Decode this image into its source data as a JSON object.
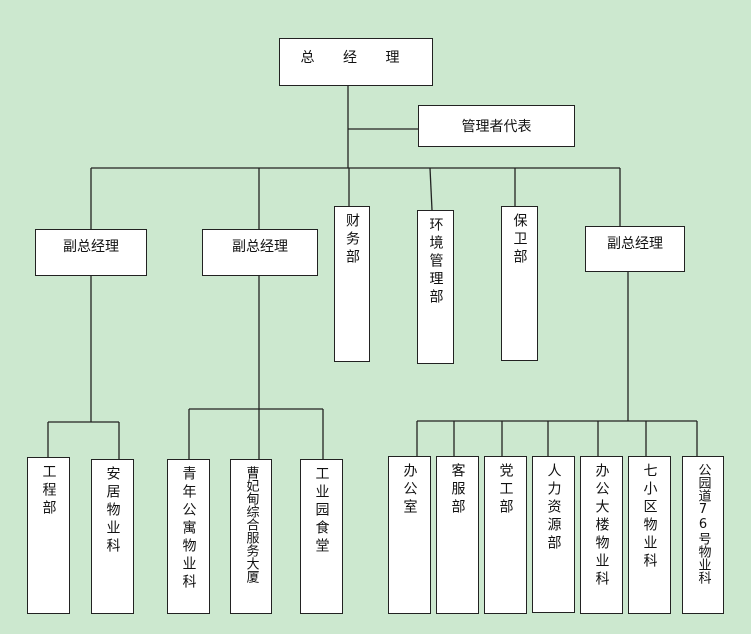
{
  "nodes": {
    "gm": "总 经 理",
    "rep": "管理者代表",
    "vp1": "副总经理",
    "vp2": "副总经理",
    "finance": "财务部",
    "env": "环境管理部",
    "security": "保卫部",
    "vp3": "副总经理",
    "eng": "工程部",
    "anju": "安居物业科",
    "youth": "青年公寓物业科",
    "cao": "曹妃甸综合服务大厦",
    "canteen": "工业园食堂",
    "office": "办公室",
    "service": "客服部",
    "party": "党工部",
    "hr": "人力资源部",
    "building": "办公大楼物业科",
    "district7": "七小区物业科",
    "road76": "公园道76号物业科"
  },
  "colors": {
    "background": "#cce8cf",
    "box": "#ffffff",
    "line": "#222222"
  }
}
